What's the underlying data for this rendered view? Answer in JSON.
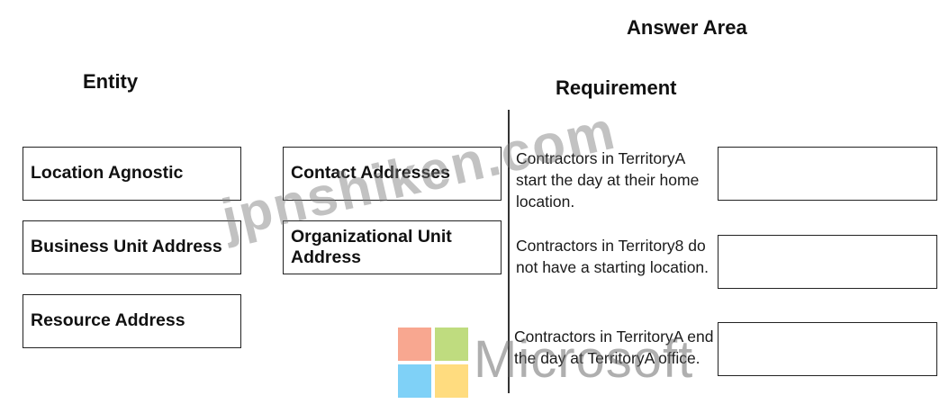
{
  "answer_area_title": "Answer Area",
  "entity_heading": "Entity",
  "requirement_heading": "Requirement",
  "entities": [
    "Location Agnostic",
    "Business Unit Address",
    "Resource Address",
    "Contact Addresses",
    "Organizational Unit Address"
  ],
  "requirements": [
    "Contractors in TerritoryA start the day at their home location.",
    "Contractors in Territory8 do not have a starting location.",
    "Contractors in TerritoryA end the day at TerritoryA office."
  ],
  "watermark": {
    "site": "jpnshiken.com",
    "brand": "Microsoft",
    "logo_colors": [
      "#f25022",
      "#7fba00",
      "#00a4ef",
      "#ffb900"
    ]
  }
}
